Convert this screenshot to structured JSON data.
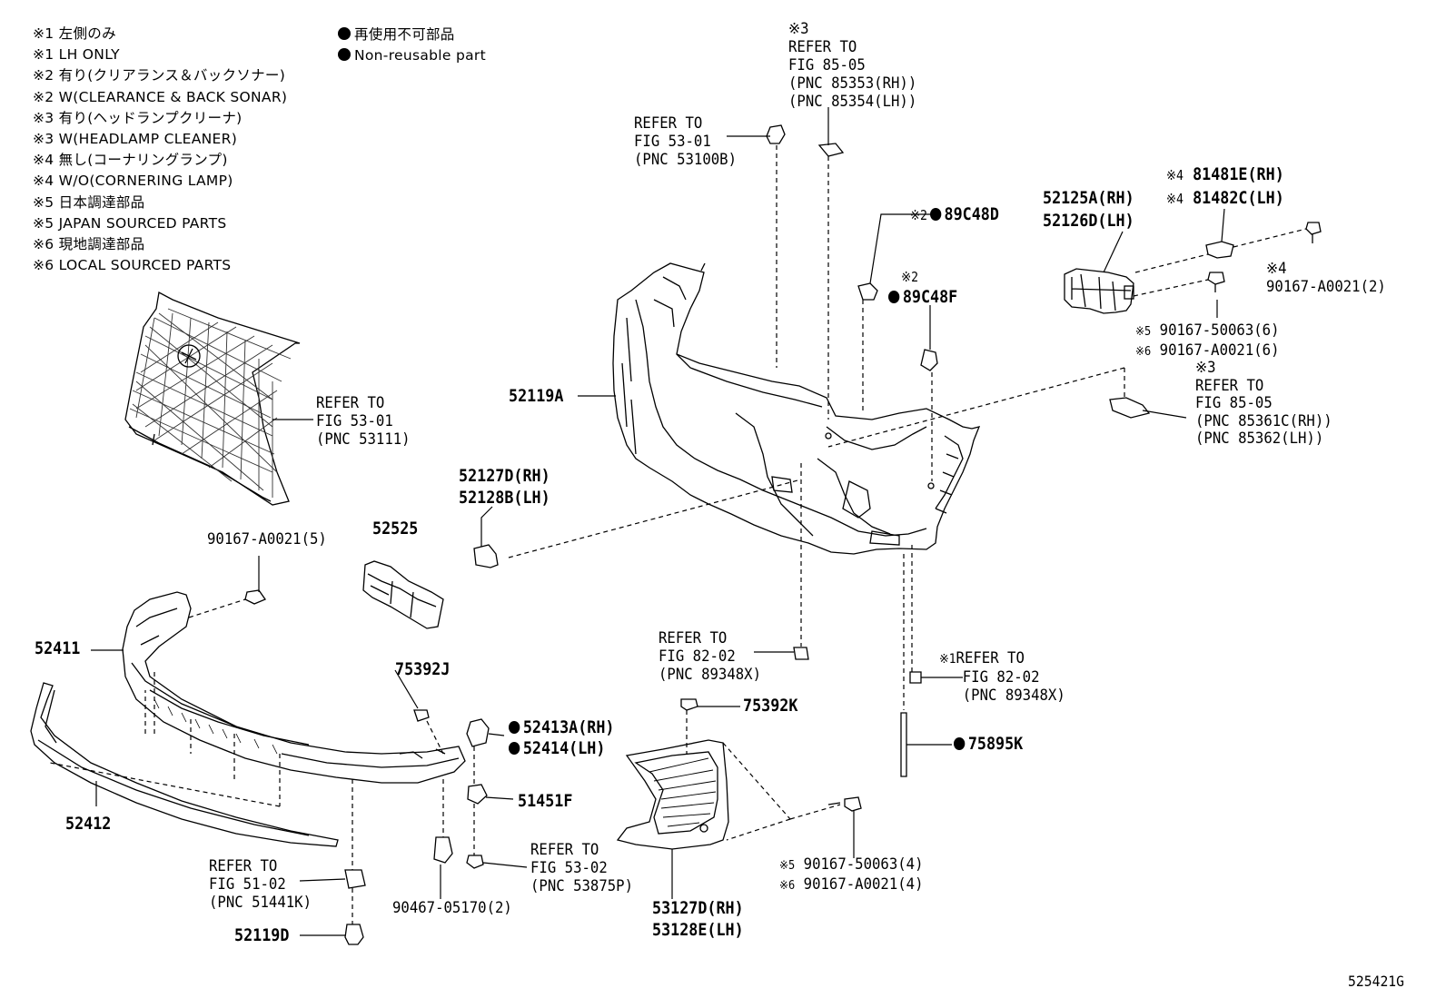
{
  "legend": {
    "lines": [
      "※1 左側のみ",
      "※1 LH ONLY",
      "※2 有り(クリアランス＆バックソナー)",
      "※2 W(CLEARANCE & BACK SONAR)",
      "※3 有り(ヘッドランプクリーナ)",
      "※3 W(HEADLAMP CLEANER)",
      "※4 無し(コーナリングランプ)",
      "※4 W/O(CORNERING LAMP)",
      "※5 日本調達部品",
      "※5 JAPAN SOURCED PARTS",
      "※6 現地調達部品",
      "※6 LOCAL SOURCED PARTS"
    ],
    "nonreusable_jp": "再使用不可部品",
    "nonreusable_en": "Non-reusable part"
  },
  "labels": {
    "ref_top1": [
      "※3",
      "REFER TO",
      "FIG 85-05",
      "(PNC 85353(RH))",
      "(PNC 85354(LH))"
    ],
    "ref_53_01_top": [
      "REFER TO",
      "FIG 53-01",
      "(PNC 53100B)"
    ],
    "ref_grille": [
      "REFER TO",
      "FIG 53-01",
      "(PNC 53111)"
    ],
    "p_52119A": "52119A",
    "p_52127D": [
      "52127D(RH)",
      "52128B(LH)"
    ],
    "p_89C48D": "89C48D",
    "p_89C48F": "89C48F",
    "mark_89C48D": "※2",
    "mark_89C48F": "※2",
    "p_52125A": [
      "52125A(RH)",
      "52126D(LH)"
    ],
    "p_81481E": [
      "81481E(RH)",
      "81482C(LH)"
    ],
    "mark_81481E": [
      "※4",
      "※4"
    ],
    "p_90167_A2": [
      "※4",
      "90167-A0021(2)"
    ],
    "p_90167_6": [
      "90167-50063(6)",
      "90167-A0021(6)"
    ],
    "mark_90167_6": [
      "※5",
      "※6"
    ],
    "ref_85361": [
      "※3",
      "REFER TO",
      "FIG 85-05",
      "(PNC 85361C(RH))",
      "(PNC 85362(LH))"
    ],
    "p_90167_5": "90167-A0021(5)",
    "p_52525": "52525",
    "p_52411": "52411",
    "p_52412": "52412",
    "p_75392J": "75392J",
    "p_52413A": [
      "52413A(RH)",
      "52414(LH)"
    ],
    "p_51451F": "51451F",
    "ref_82_02a": [
      "REFER TO",
      "FIG 82-02",
      "(PNC 89348X)"
    ],
    "ref_82_02b": [
      "REFER TO",
      "FIG 82-02",
      "(PNC 89348X)"
    ],
    "mark_82_02b": "※1",
    "p_75392K": "75392K",
    "p_75895K": "75895K",
    "ref_53_02": [
      "REFER TO",
      "FIG 53-02",
      "(PNC 53875P)"
    ],
    "ref_51_02": [
      "REFER TO",
      "FIG 51-02",
      "(PNC 51441K)"
    ],
    "p_90467": "90467-05170(2)",
    "p_52119D": "52119D",
    "p_53127D": [
      "53127D(RH)",
      "53128E(LH)"
    ],
    "p_90167_4": [
      "90167-50063(4)",
      "90167-A0021(4)"
    ],
    "mark_90167_4": [
      "※5",
      "※6"
    ],
    "figure_id": "525421G"
  }
}
